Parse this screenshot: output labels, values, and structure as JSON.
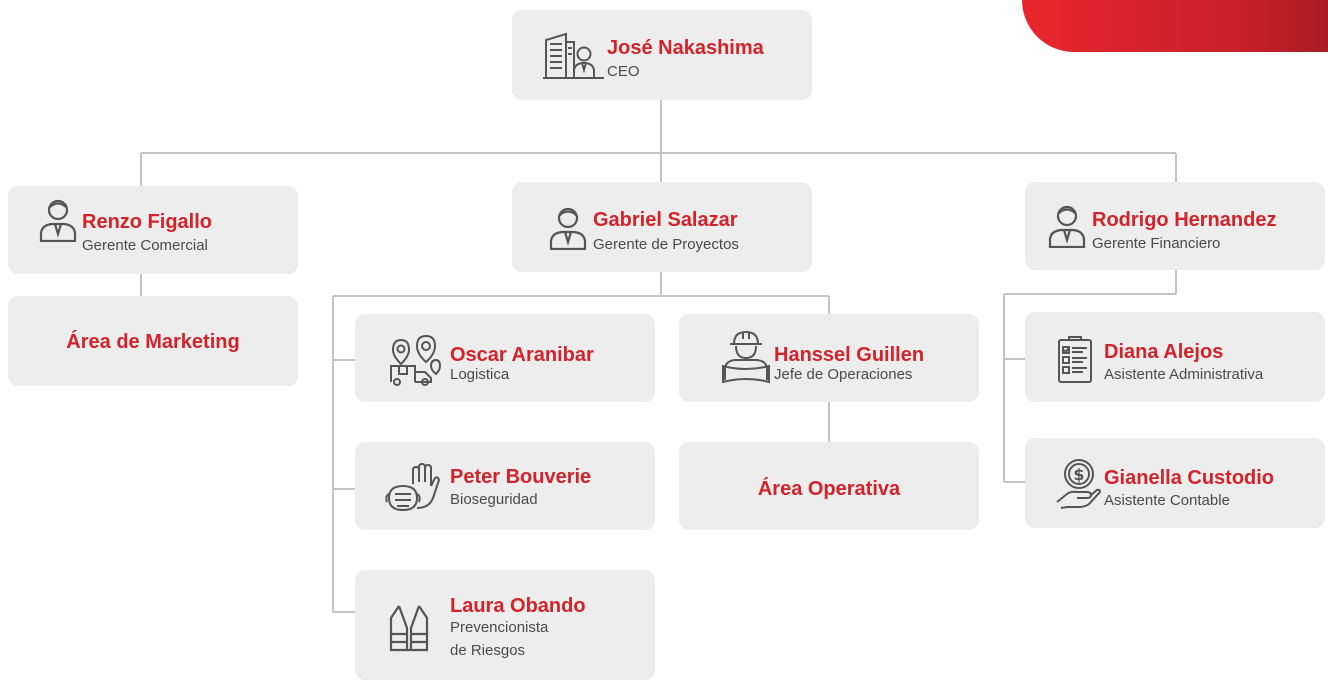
{
  "colors": {
    "accent": "#d2232a",
    "box": "#ededed",
    "connector": "#c4c4c4",
    "text": "#4a4a4a"
  },
  "ceo": {
    "name": "José Nakashima",
    "role": "CEO",
    "icon": "building-person-icon"
  },
  "managers": {
    "commercial": {
      "name": "Renzo Figallo",
      "role": "Gerente Comercial",
      "icon": "person-icon"
    },
    "projects": {
      "name": "Gabriel Salazar",
      "role": "Gerente de Proyectos",
      "icon": "person-icon"
    },
    "finance": {
      "name": "Rodrigo Hernandez",
      "role": "Gerente Financiero",
      "icon": "person-icon"
    }
  },
  "areas": {
    "marketing": "Área de Marketing",
    "operations": "Área Operativa"
  },
  "staff": {
    "logistics": {
      "name": "Oscar Aranibar",
      "role": "Logistica",
      "icon": "delivery-truck-icon"
    },
    "operations_head": {
      "name": "Hanssel Guillen",
      "role": "Jefe de Operaciones",
      "icon": "engineer-icon"
    },
    "biosecurity": {
      "name": "Peter Bouverie",
      "role": "Bioseguridad",
      "icon": "mask-gloves-icon"
    },
    "risk": {
      "name": "Laura Obando",
      "role_line1": "Prevencionista",
      "role_line2": "de Riesgos",
      "icon": "safety-vest-icon"
    },
    "admin": {
      "name": "Diana Alejos",
      "role": "Asistente Administrativa",
      "icon": "clipboard-checklist-icon"
    },
    "accounting": {
      "name": "Gianella Custodio",
      "role": "Asistente Contable",
      "icon": "hand-coin-icon"
    }
  }
}
